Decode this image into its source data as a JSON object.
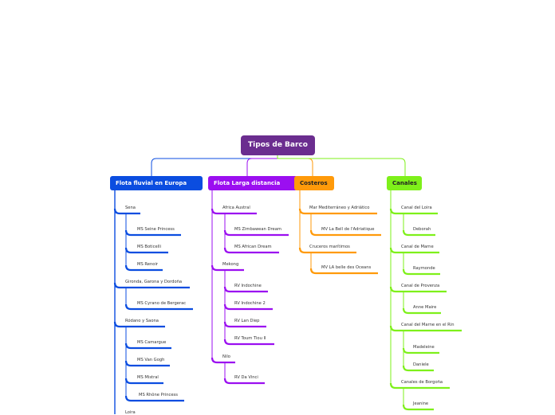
{
  "root": {
    "label": "Tipos de Barco",
    "color": "#6b2d8f"
  },
  "branches": {
    "flota_fluvial": {
      "label": "Flota fluvial en Europa",
      "color": "#0b4de0",
      "groups": {
        "sena": {
          "label": "Sena",
          "items": [
            "MS Seine Princess",
            "MS Boticelli",
            "MS Renoir"
          ]
        },
        "gironda": {
          "label": "Gironda, Garona y Dordoña",
          "items": [
            "MS Cyrano de Bergerac"
          ]
        },
        "rodano": {
          "label": "Ródano y Saona",
          "items": [
            "MS Camargue",
            "MS Van Gogh",
            "MS Mistral",
            "MS Rhône Princess"
          ]
        },
        "loira": {
          "label": "Loira",
          "items": []
        }
      }
    },
    "flota_larga": {
      "label": "Flota Larga distancia",
      "color": "#9b0ff0",
      "groups": {
        "africa": {
          "label": "Africa Austral",
          "items": [
            "MS Zimbawean Dream",
            "MS African Dream"
          ]
        },
        "mekong": {
          "label": "Mekong",
          "items": [
            "RV Indochine",
            "RV Indochine 2",
            "RV Lan Diep",
            "RV Toum Tiou II"
          ]
        },
        "nilo": {
          "label": "Nilo",
          "items": [
            "RV Da Vinci"
          ]
        }
      }
    },
    "costeros": {
      "label": "Costeros",
      "color": "#ff9a0a",
      "groups": {
        "mar": {
          "label": "Mar Mediterráneo y Adriático",
          "items": [
            "MV La Bell de l'Adriatique"
          ]
        },
        "cruceros": {
          "label": "Cruceros marítimos",
          "items": [
            "MV LA belle des Oceans"
          ]
        }
      }
    },
    "canales": {
      "label": "Canales",
      "color": "#7ef01a",
      "groups": {
        "loira": {
          "label": "Canal del Loira",
          "items": [
            "Deborah"
          ]
        },
        "marne": {
          "label": "Canal de Marne",
          "items": [
            "Raymonde"
          ]
        },
        "provenza": {
          "label": "Canal de Provenza",
          "items": [
            "Anne Maire"
          ]
        },
        "marne_rin": {
          "label": "Canal del Marne en el Rin",
          "items": [
            "Madeleine",
            "Daniele"
          ]
        },
        "borgona": {
          "label": "Canales de Borgoña",
          "items": [
            "Jeanine"
          ]
        }
      }
    }
  }
}
